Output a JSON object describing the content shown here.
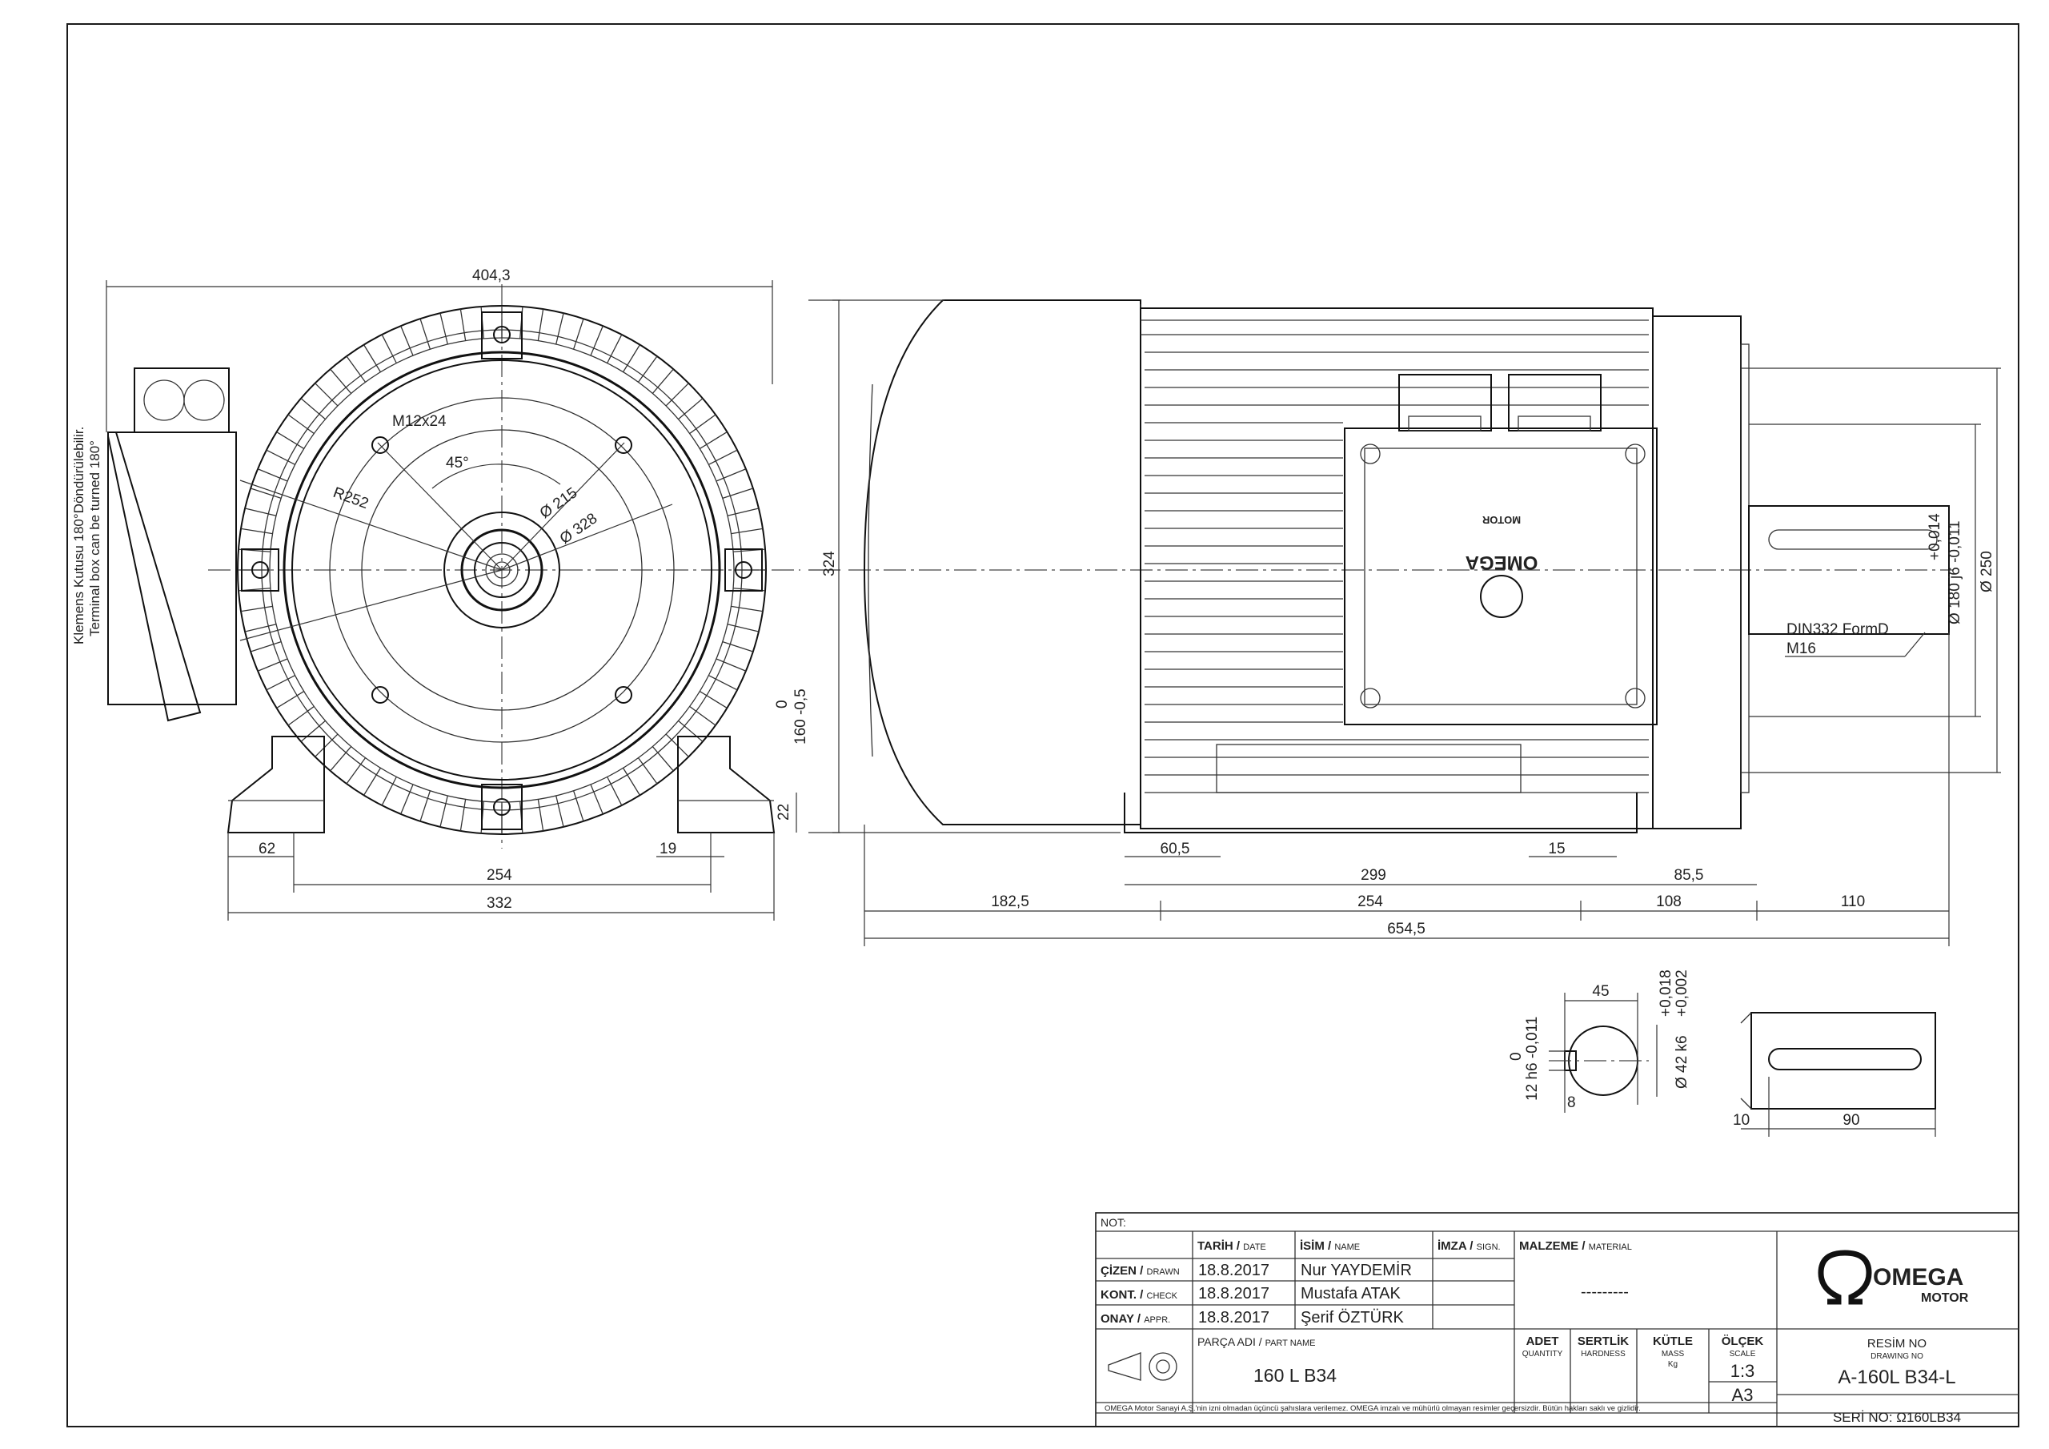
{
  "front_view": {
    "dims": {
      "width_total": "404,3",
      "height": "324",
      "shaft_height": "0",
      "shaft_height_tol": "160 -0,5",
      "foot_thk": "22",
      "foot_left": "62",
      "foot_hole": "19",
      "foot_spacing": "254",
      "foot_width": "332",
      "flange_thread": "M12x24",
      "angle": "45°",
      "radius": "R252",
      "pcd": "Ø 215",
      "flange_dia": "Ø 328"
    },
    "terminal_note": [
      "Klemens Kutusu 180°Döndürülebilir.",
      "Terminal box can be turned 180°"
    ]
  },
  "side_view": {
    "dims": {
      "d_60_5": "60,5",
      "d_299": "299",
      "d_15": "15",
      "d_85_5": "85,5",
      "d_182_5": "182,5",
      "d_254": "254",
      "d_108": "108",
      "d_110": "110",
      "d_654_5": "654,5",
      "tol_plus": "+0,014",
      "tol_minus": "Ø 180 j6 -0,011",
      "d_250": "Ø 250",
      "din_note_1": "DIN332 FormD",
      "din_note_2": "M16"
    },
    "logo_text": [
      "OMEGA",
      "MOTOR"
    ]
  },
  "shaft_section": {
    "d_45": "45",
    "tol_top": "+0,018",
    "tol_bottom": "+0,002",
    "dia": "Ø 42 k6",
    "key_zero": "0",
    "key_tol": "12 h6 -0,011",
    "key_depth": "8"
  },
  "shaft_side": {
    "d_10": "10",
    "d_90": "90"
  },
  "title_block": {
    "note_label": "NOT:",
    "col_date_tr": "TARİH",
    "col_date_en": "DATE",
    "col_name_tr": "İSİM",
    "col_name_en": "NAME",
    "col_sign_tr": "İMZA",
    "col_sign_en": "SIGN.",
    "material_tr": "MALZEME",
    "material_en": "MATERIAL",
    "material_value": "---------",
    "rows": [
      {
        "role_tr": "ÇİZEN",
        "role_en": "DRAWN",
        "date": "18.8.2017",
        "name": "Nur YAYDEMİR"
      },
      {
        "role_tr": "KONT.",
        "role_en": "CHECK",
        "date": "18.8.2017",
        "name": "Mustafa ATAK"
      },
      {
        "role_tr": "ONAY",
        "role_en": "APPR.",
        "date": "18.8.2017",
        "name": "Şerif ÖZTÜRK"
      }
    ],
    "part_name_tr": "PARÇA ADI",
    "part_name_en": "PART NAME",
    "part_name_value": "160 L B34",
    "qty_tr": "ADET",
    "qty_en": "QUANTITY",
    "hard_tr": "SERTLİK",
    "hard_en": "HARDNESS",
    "mass_tr": "KÜTLE",
    "mass_en": "MASS",
    "mass_unit": "Kg",
    "scale_tr": "ÖLÇEK",
    "scale_en": "SCALE",
    "scale_value": "1:3",
    "paper": "A3",
    "drawing_no_tr": "RESİM NO",
    "drawing_no_en": "DRAWING NO",
    "drawing_no": "A-160L B34-L",
    "serial": "SERİ NO: Ω160LB34",
    "logo_main": "OMEGA",
    "logo_sub": "MOTOR",
    "footer": "OMEGA Motor Sanayi A.Ş.'nin izni olmadan üçüncü şahıslara verilemez. OMEGA imzalı ve mühürlü olmayan resimler geçersizdir. Bütün hakları saklı ve gizlidir."
  }
}
